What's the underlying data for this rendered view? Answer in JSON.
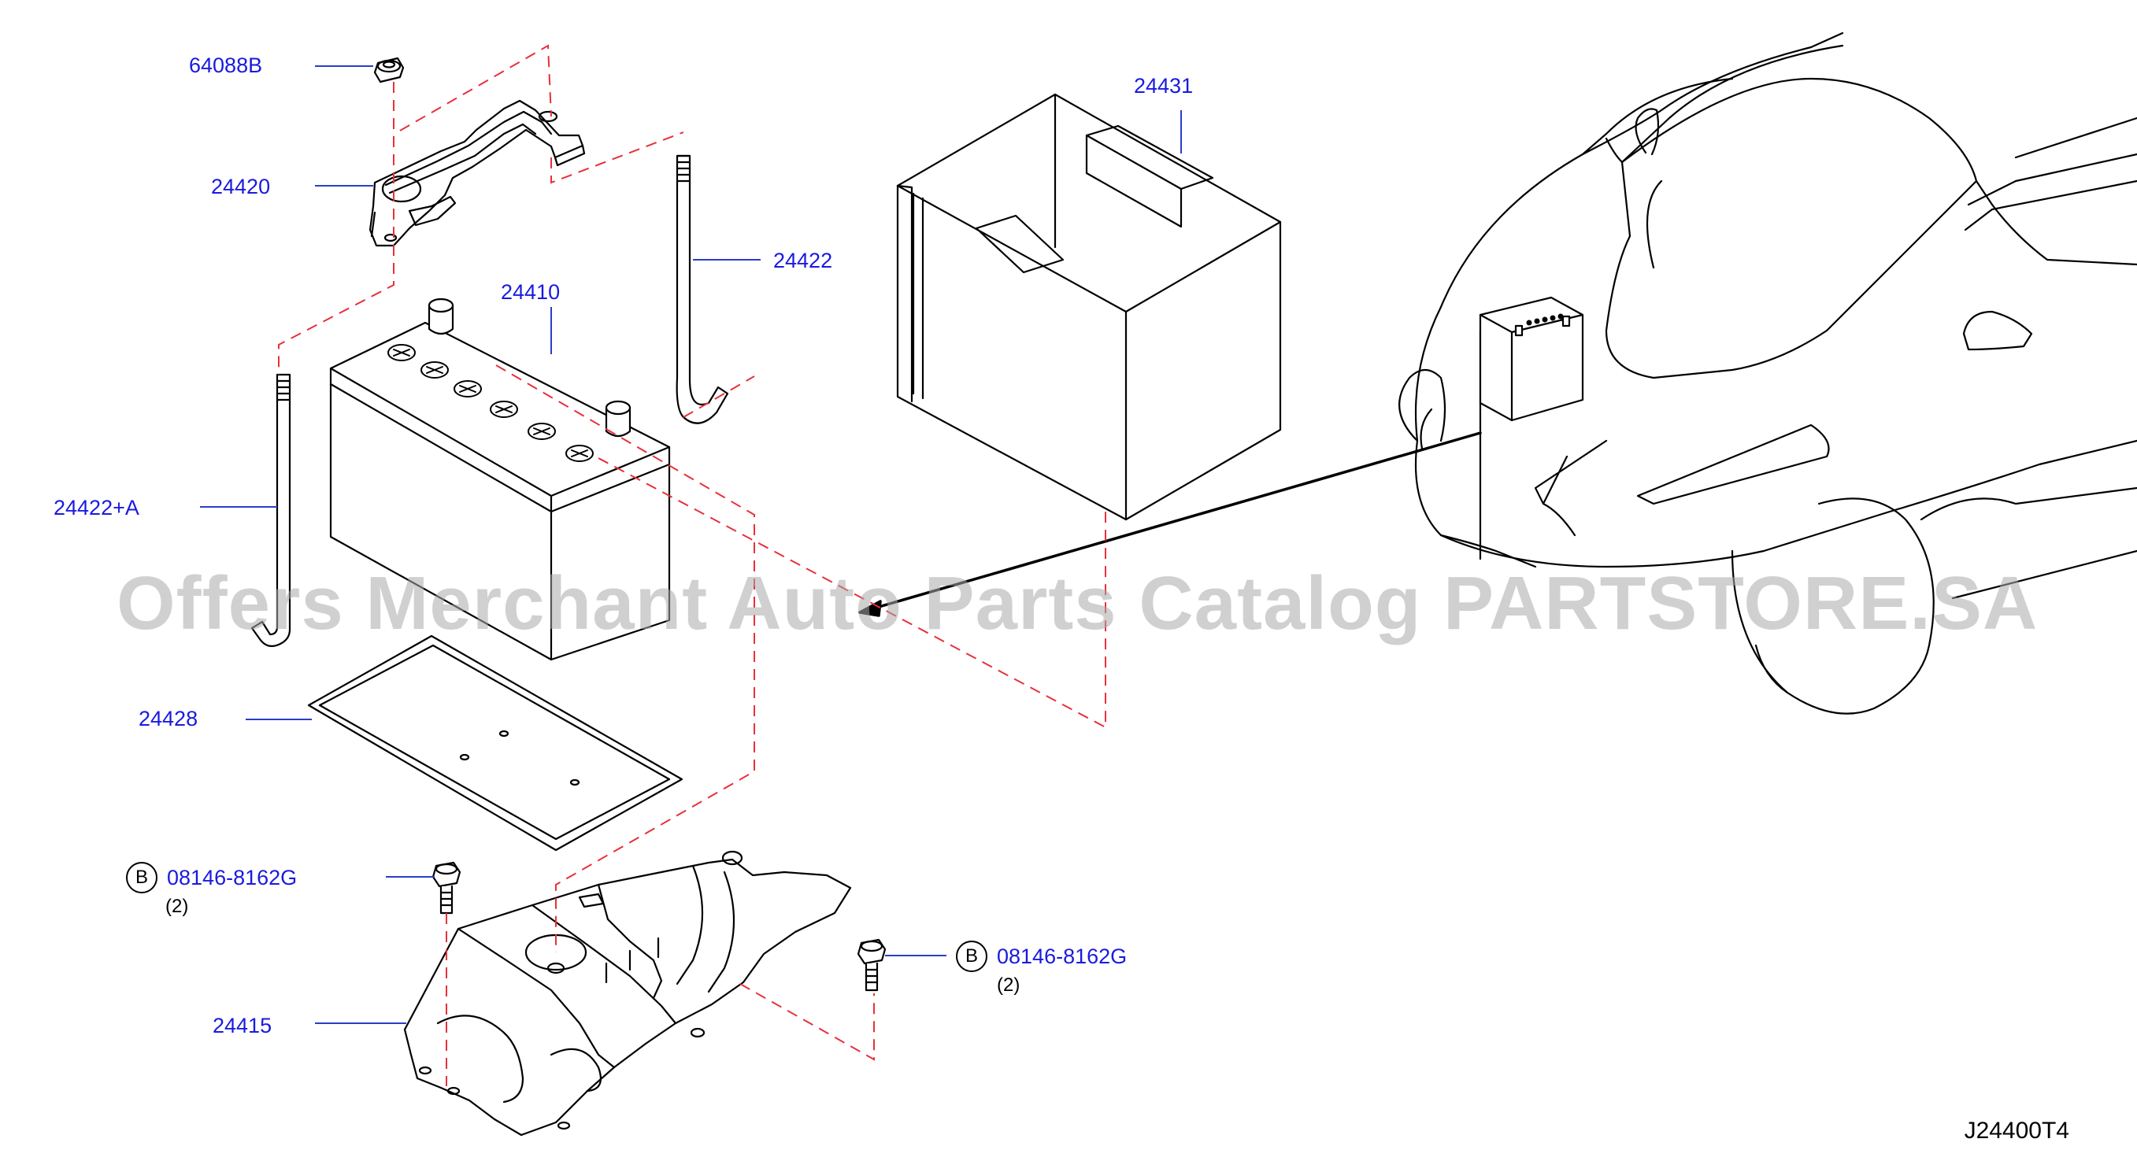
{
  "diagram": {
    "code": "J24400T4",
    "watermark": "Offers Merchant Auto Parts Catalog PARTSTORE.SA",
    "colors": {
      "callout": "#1a1ae0",
      "leader": "#2a3ec8",
      "dash": "#e8303a",
      "line": "#000000"
    },
    "parts": {
      "p64088b": "64088B",
      "p24420": "24420",
      "p24422": "24422",
      "p24410": "24410",
      "p24431": "24431",
      "p24422a": "24422+A",
      "p24428": "24428",
      "p08146_left": "08146-8162G",
      "p08146_right": "08146-8162G",
      "p24415": "24415"
    },
    "quantities": {
      "left": "(2)",
      "right": "(2)"
    },
    "badges": {
      "left": "B",
      "right": "B"
    }
  }
}
